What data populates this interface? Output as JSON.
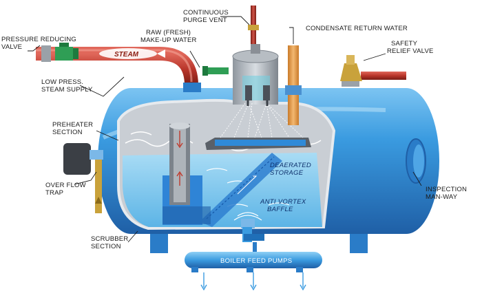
{
  "labels": {
    "continuous_purge_vent": [
      "CONTINUOUS",
      "PURGE VENT"
    ],
    "condensate_return_water": "CONDENSATE RETURN WATER",
    "pressure_reducing_valve": [
      "PRESSURE REDUCING",
      "VALVE"
    ],
    "raw_make_up_water": [
      "RAW (FRESH)",
      "MAKE-UP WATER"
    ],
    "safety_relief_valve": [
      "SAFETY",
      "RELIEF VALVE"
    ],
    "steam": "STEAM",
    "low_press_steam_supply": [
      "LOW PRESS.",
      "STEAM SUPPLY"
    ],
    "preheater_section": [
      "PREHEATER",
      "SECTION"
    ],
    "deaerated_storage": [
      "DEAERATED",
      "STORAGE"
    ],
    "over_flow_trap": [
      "OVER FLOW",
      "TRAP"
    ],
    "anti_vortex_baffle": [
      "ANTI VORTEX",
      "BAFFLE"
    ],
    "inspection_man_way": [
      "INSPECTION",
      "MAN-WAY"
    ],
    "scrubber_section": [
      "SCRUBBER",
      "SECTION"
    ],
    "boiler_feed_pumps": "BOILER FEED PUMPS"
  },
  "colors": {
    "shell": "#3a9be0",
    "shell_dark": "#1f6fb8",
    "water": "#8fd0f2",
    "interior": "#c8ccd2",
    "steam_pipe": "#c0392b",
    "condensate_pipe": "#e8a04a",
    "makeup_pipe": "#2f9e55"
  }
}
